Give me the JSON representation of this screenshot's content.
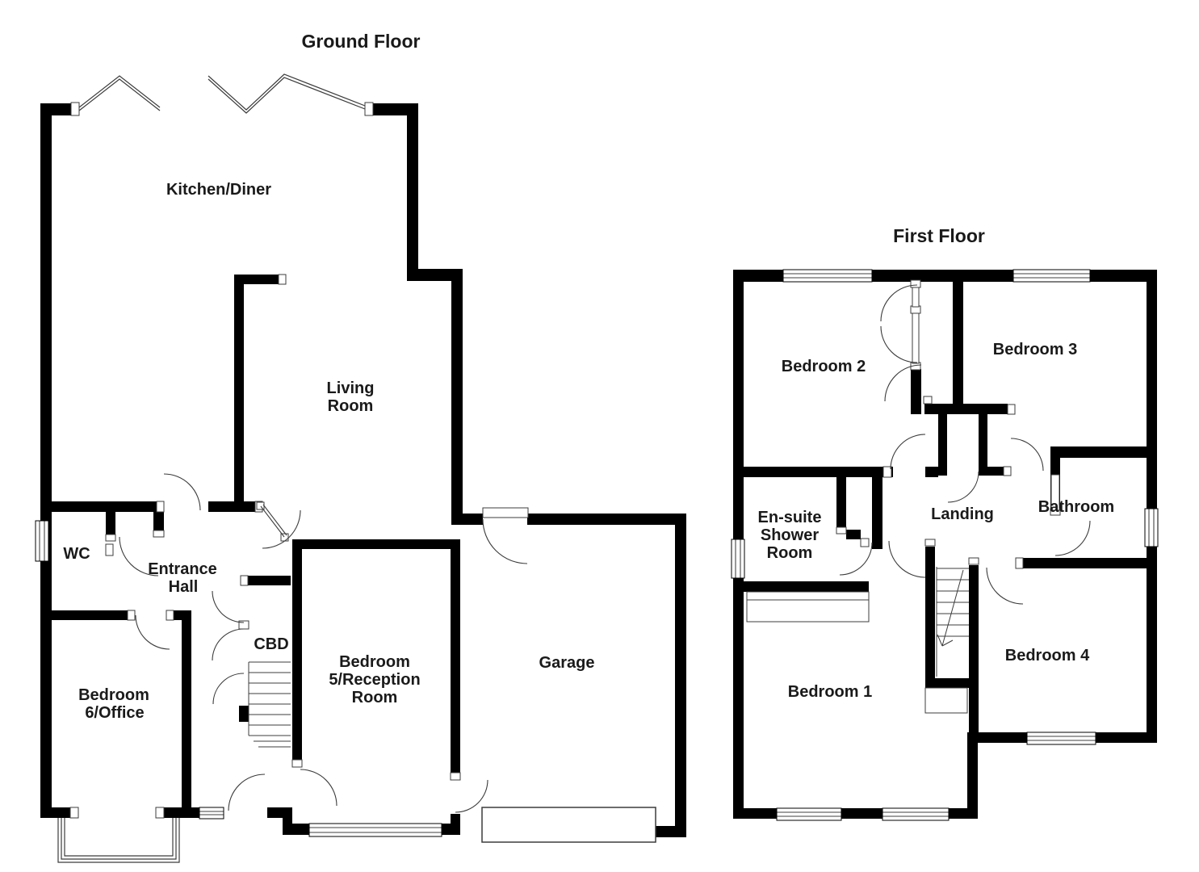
{
  "document": {
    "type": "floorplan",
    "background_color": "#ffffff",
    "wall_color": "#000000",
    "line_color": "#3c3c3c"
  },
  "ground_floor": {
    "title": "Ground Floor",
    "rooms": {
      "kitchen_diner": [
        "Kitchen/Diner"
      ],
      "living_room": [
        "Living",
        "Room"
      ],
      "wc": [
        "WC"
      ],
      "entrance_hall": [
        "Entrance",
        "Hall"
      ],
      "cbd": [
        "CBD"
      ],
      "bedroom6_office": [
        "Bedroom",
        "6/Office"
      ],
      "bedroom5_reception": [
        "Bedroom",
        "5/Reception",
        "Room"
      ],
      "garage": [
        "Garage"
      ]
    }
  },
  "first_floor": {
    "title": "First Floor",
    "rooms": {
      "bedroom2": [
        "Bedroom 2"
      ],
      "bedroom3": [
        "Bedroom 3"
      ],
      "ensuite": [
        "En-suite",
        "Shower",
        "Room"
      ],
      "landing": [
        "Landing"
      ],
      "bathroom": [
        "Bathroom"
      ],
      "bedroom1": [
        "Bedroom 1"
      ],
      "bedroom4": [
        "Bedroom 4"
      ]
    }
  }
}
